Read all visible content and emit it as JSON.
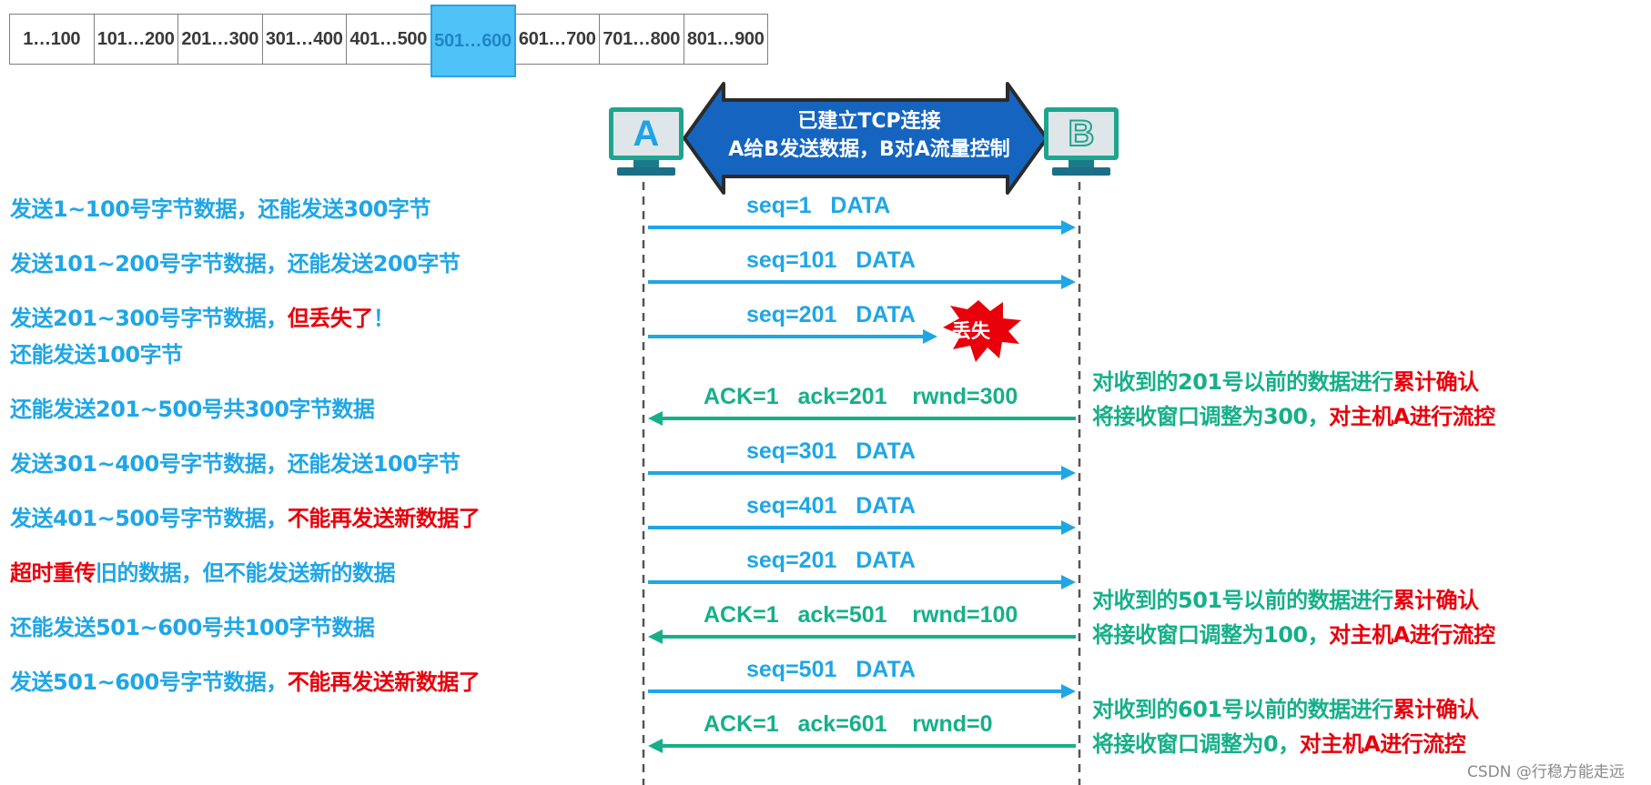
{
  "byte_window": {
    "cells": [
      "1…100",
      "101…200",
      "201…300",
      "301…400",
      "401…500",
      "501…600",
      "601…700",
      "701…800",
      "801…900"
    ],
    "highlighted_index": 5
  },
  "hosts": {
    "a": "A",
    "b": "B"
  },
  "banner": {
    "line1": "已建立TCP连接",
    "line2": "A给B发送数据，B对A流量控制"
  },
  "messages": [
    {
      "label": "seq=1   DATA",
      "direction": "A->B",
      "kind": "data"
    },
    {
      "label": "seq=101   DATA",
      "direction": "A->B",
      "kind": "data"
    },
    {
      "label": "seq=201   DATA",
      "direction": "A->B",
      "kind": "data",
      "lost": true
    },
    {
      "label": "ACK=1   ack=201    rwnd=300",
      "direction": "B->A",
      "kind": "ack"
    },
    {
      "label": "seq=301   DATA",
      "direction": "A->B",
      "kind": "data"
    },
    {
      "label": "seq=401   DATA",
      "direction": "A->B",
      "kind": "data"
    },
    {
      "label": "seq=201   DATA",
      "direction": "A->B",
      "kind": "data"
    },
    {
      "label": "ACK=1   ack=501    rwnd=100",
      "direction": "B->A",
      "kind": "ack"
    },
    {
      "label": "seq=501   DATA",
      "direction": "A->B",
      "kind": "data"
    },
    {
      "label": "ACK=1   ack=601    rwnd=0",
      "direction": "B->A",
      "kind": "ack"
    }
  ],
  "lost_label": "丢失",
  "left_notes": [
    {
      "parts": [
        {
          "text": "发送1~100号字节数据，还能发送300字节",
          "red": false
        }
      ]
    },
    {
      "parts": [
        {
          "text": "发送101~200号字节数据，还能发送200字节",
          "red": false
        }
      ]
    },
    {
      "parts": [
        {
          "text": "发送201~300号字节数据，",
          "red": false
        },
        {
          "text": "但丢失了",
          "red": true
        },
        {
          "text": "！",
          "red": false
        }
      ]
    },
    {
      "parts": [
        {
          "text": "还能发送100字节",
          "red": false
        }
      ]
    },
    {
      "parts": [
        {
          "text": "还能发送201~500号共300字节数据",
          "red": false
        }
      ]
    },
    {
      "parts": [
        {
          "text": "发送301~400号字节数据，还能发送100字节",
          "red": false
        }
      ]
    },
    {
      "parts": [
        {
          "text": "发送401~500号字节数据，",
          "red": false
        },
        {
          "text": "不能再发送新数据了",
          "red": true
        }
      ]
    },
    {
      "parts": [
        {
          "text": "超时重传",
          "red": true
        },
        {
          "text": "旧的数据，但不能发送新的数据",
          "red": false
        }
      ]
    },
    {
      "parts": [
        {
          "text": "还能发送501~600号共100字节数据",
          "red": false
        }
      ]
    },
    {
      "parts": [
        {
          "text": "发送501~600号字节数据，",
          "red": false
        },
        {
          "text": "不能再发送新数据了",
          "red": true
        }
      ]
    }
  ],
  "right_notes": [
    {
      "line1": [
        {
          "text": "对收到的201号以前的数据进行",
          "red": false
        },
        {
          "text": "累计确认",
          "red": true
        }
      ],
      "line2": [
        {
          "text": "将接收窗口调整为300，",
          "red": false
        },
        {
          "text": "对主机A进行流控",
          "red": true
        }
      ]
    },
    {
      "line1": [
        {
          "text": "对收到的501号以前的数据进行",
          "red": false
        },
        {
          "text": "累计确认",
          "red": true
        }
      ],
      "line2": [
        {
          "text": "将接收窗口调整为100，",
          "red": false
        },
        {
          "text": "对主机A进行流控",
          "red": true
        }
      ]
    },
    {
      "line1": [
        {
          "text": "对收到的601号以前的数据进行",
          "red": false
        },
        {
          "text": "累计确认",
          "red": true
        }
      ],
      "line2": [
        {
          "text": "将接收窗口调整为0，",
          "red": false
        },
        {
          "text": "对主机A进行流控",
          "red": true
        }
      ]
    }
  ],
  "watermark": "CSDN @行稳方能走远",
  "colors": {
    "data_arrow": "#1fa6e6",
    "ack_arrow": "#15b089",
    "banner": "#1565c0",
    "highlight": "#4fc3f7",
    "red": "#e8000b",
    "host_frame": "#1fa58f"
  }
}
